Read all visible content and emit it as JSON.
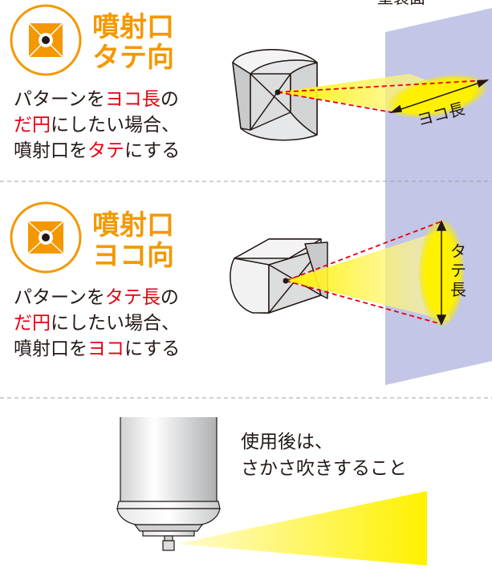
{
  "surface_label": "塗装面",
  "colors": {
    "orange": "#f39800",
    "red": "#e60012",
    "text": "#231815",
    "surface": "#c3c6e6",
    "spray": "#fff100",
    "divider": "#9fa0a0"
  },
  "section1": {
    "title_line1": "噴射口",
    "title_line2": "タテ向",
    "desc_line1_a": "パターンを",
    "desc_line1_hl": "ヨコ長",
    "desc_line1_b": "の",
    "desc_line2_hl": "だ円",
    "desc_line2_b": "にしたい場合、",
    "desc_line3_a": "噴射口を",
    "desc_line3_hl": "タテ",
    "desc_line3_b": "にする",
    "measure_label": "ヨコ長"
  },
  "section2": {
    "title_line1": "噴射口",
    "title_line2": "ヨコ向",
    "desc_line1_a": "パターンを",
    "desc_line1_hl": "タテ長",
    "desc_line1_b": "の",
    "desc_line2_hl": "だ円",
    "desc_line2_b": "にしたい場合、",
    "desc_line3_a": "噴射口を",
    "desc_line3_hl": "ヨコ",
    "desc_line3_b": "にする",
    "measure_label_1": "タ",
    "measure_label_2": "テ",
    "measure_label_3": "長"
  },
  "section3": {
    "note_line1": "使用後は、",
    "note_line2": "さかさ吹きすること"
  }
}
